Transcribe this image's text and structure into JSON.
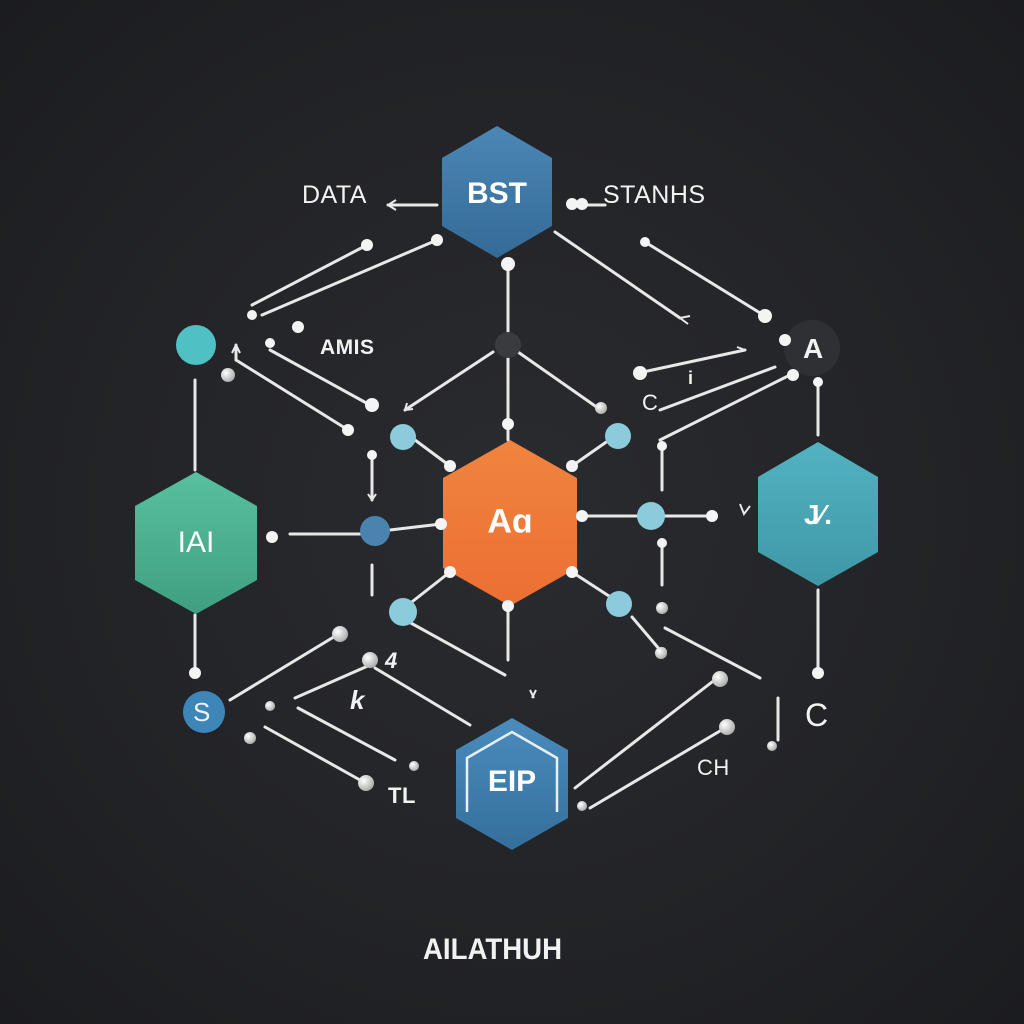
{
  "colors": {
    "background": "#232427",
    "line": "#e8e8e8",
    "node_white": "#f4f4f4",
    "node_grey": "#bdbdbd",
    "hub_orange": "#f07a3a",
    "top_blue": "#3f78a6",
    "bottom_blue": "#3f7fb0",
    "left_green": "#4fb595",
    "right_teal": "#4aa9b8",
    "small_light_blue": "#8ccbdc",
    "small_mid_blue": "#4a83ad"
  },
  "hexagons": {
    "center": {
      "label": "Aɑ",
      "color": "#f07a3a"
    },
    "top": {
      "label": "BST",
      "color": "#3f78a6"
    },
    "left": {
      "label": "IAI",
      "color": "#4fb595"
    },
    "right": {
      "label": "J⁄.",
      "color": "#4aa9b8"
    },
    "bottom": {
      "label": "EIP",
      "color": "#3f7fb0"
    }
  },
  "labels": {
    "data": "DATA",
    "stanhs": "STANHS",
    "amis": "AMIS",
    "a_circle": "A",
    "c_small": "C",
    "c_right": "C",
    "s_circle": "S",
    "k_mid": "k",
    "four": "4",
    "tl_bottom": "TL",
    "ch_bottom": "CH",
    "i_mark": "i"
  },
  "footer": {
    "title": "AILATHUH"
  }
}
